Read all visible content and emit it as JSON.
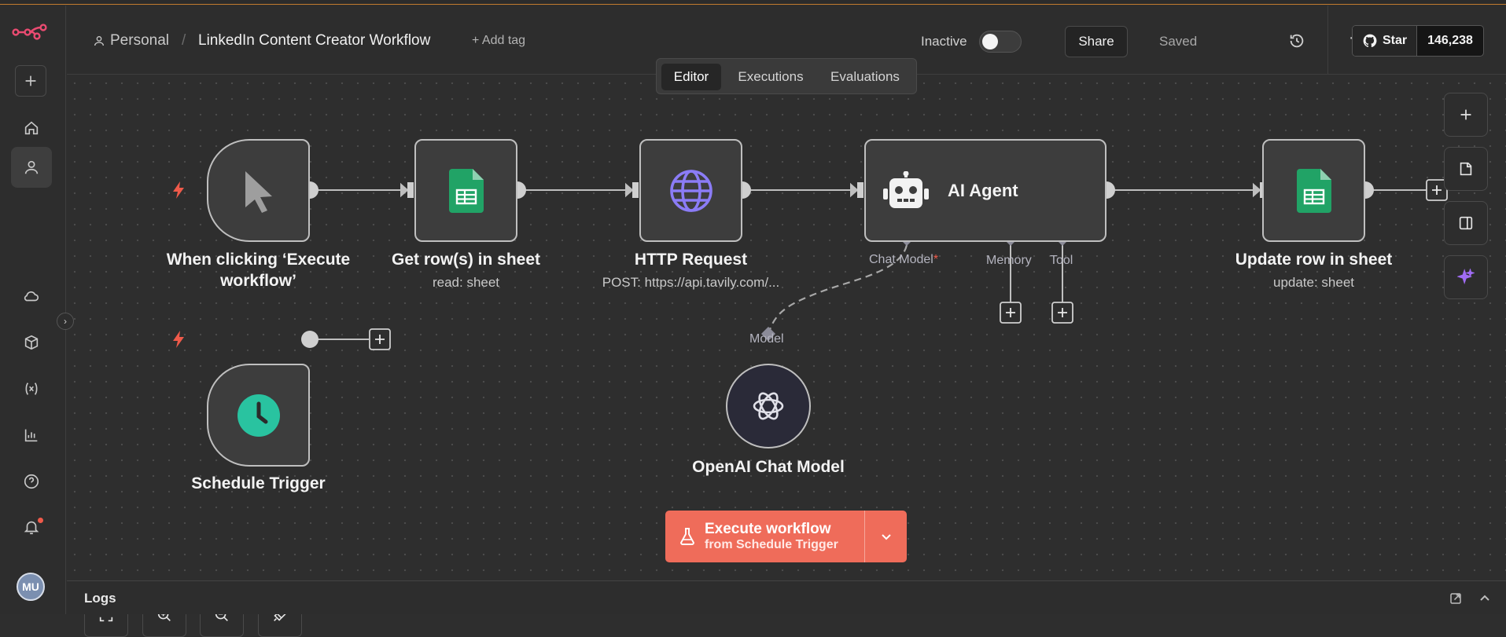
{
  "header": {
    "project": "Personal",
    "workflow_title": "LinkedIn Content Creator Workflow",
    "add_tag": "+ Add tag",
    "status_label": "Inactive",
    "active": false,
    "share_label": "Share",
    "saved_label": "Saved",
    "more_label": "···",
    "github": {
      "star_label": "Star",
      "star_count": "146,238"
    }
  },
  "tabs": [
    {
      "label": "Editor",
      "active": true
    },
    {
      "label": "Executions",
      "active": false
    },
    {
      "label": "Evaluations",
      "active": false
    }
  ],
  "nodes": {
    "manual_trigger": {
      "label_line1": "When clicking ‘Execute",
      "label_line2": "workflow’",
      "icon": "cursor-icon"
    },
    "get_rows": {
      "label": "Get row(s) in sheet",
      "sub": "read: sheet",
      "icon": "google-sheets-icon"
    },
    "http": {
      "label": "HTTP Request",
      "sub": "POST: https://api.tavily.com/...",
      "icon": "globe-icon"
    },
    "agent": {
      "label": "AI Agent",
      "icon": "robot-icon",
      "ports": {
        "chat_model": "Chat Model",
        "required_mark": "*",
        "memory": "Memory",
        "tool": "Tool"
      }
    },
    "update_row": {
      "label": "Update row in sheet",
      "sub": "update: sheet",
      "icon": "google-sheets-icon"
    },
    "schedule": {
      "label": "Schedule Trigger",
      "icon": "clock-icon"
    },
    "openai": {
      "label": "OpenAI Chat Model",
      "port_label": "Model",
      "icon": "openai-icon"
    }
  },
  "execute": {
    "label": "Execute workflow",
    "sub": "from Schedule Trigger"
  },
  "logs": {
    "label": "Logs"
  },
  "user": {
    "initials": "MU"
  },
  "colors": {
    "accent": "#ef6c5a",
    "sheets_green": "#21a366",
    "clock_teal": "#29c3a0",
    "globe_purple": "#8b7cf6",
    "bolt": "#ef5a4a"
  }
}
